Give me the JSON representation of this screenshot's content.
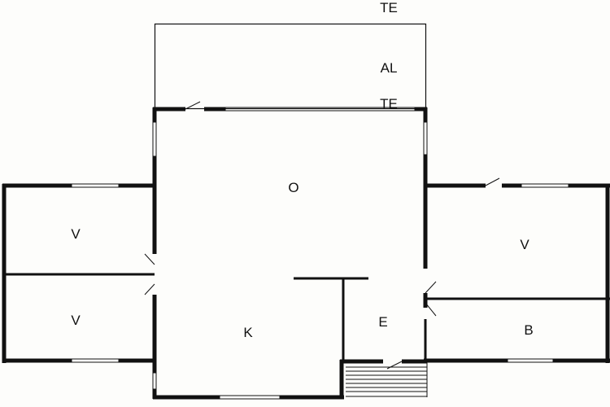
{
  "colors": {
    "wall": "#111111",
    "background": "#fdfdfb"
  },
  "rooms": {
    "terrace_top": "TE",
    "balcony": "AL",
    "terrace_bottom": "TE",
    "living": "O",
    "bedroom_left_top": "V",
    "bedroom_left_bottom": "V",
    "kitchen": "K",
    "entrance": "E",
    "bedroom_right": "V",
    "bathroom": "B"
  }
}
